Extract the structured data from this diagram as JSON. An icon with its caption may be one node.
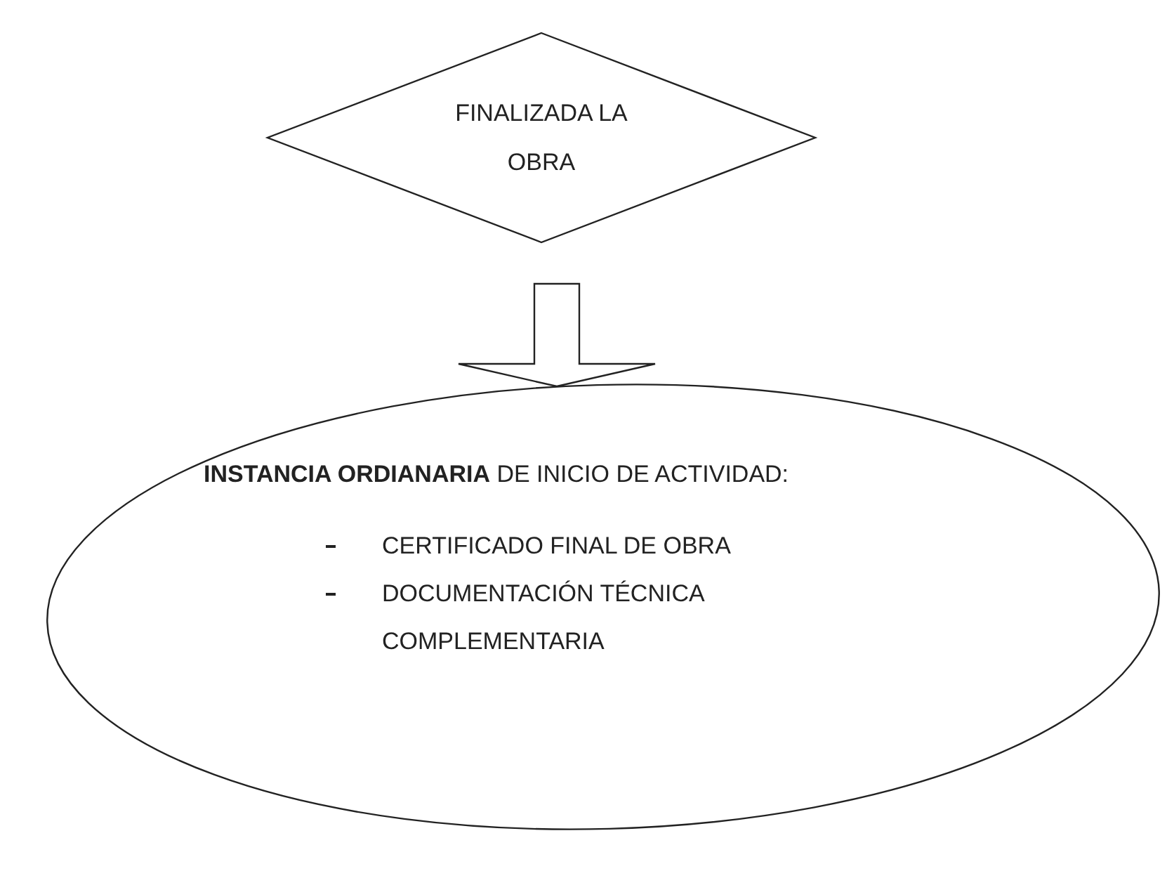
{
  "diagram": {
    "nodes": [
      {
        "text": [
          "FINALIZADA LA OBRA"
        ]
      },
      {
        "text": [
          "**INSTANCIA ORDIANARIA** DE INICIO DE ACTIVIDAD:",
          "CERTIFICADO FINAL DE OBRA",
          "DOCUMENTACIÓN TÉCNICA COMPLEMENTARIA"
        ]
      }
    ],
    "edges": [
      {
        "from": 0,
        "to": 1,
        "arrow": "to"
      }
    ]
  }
}
